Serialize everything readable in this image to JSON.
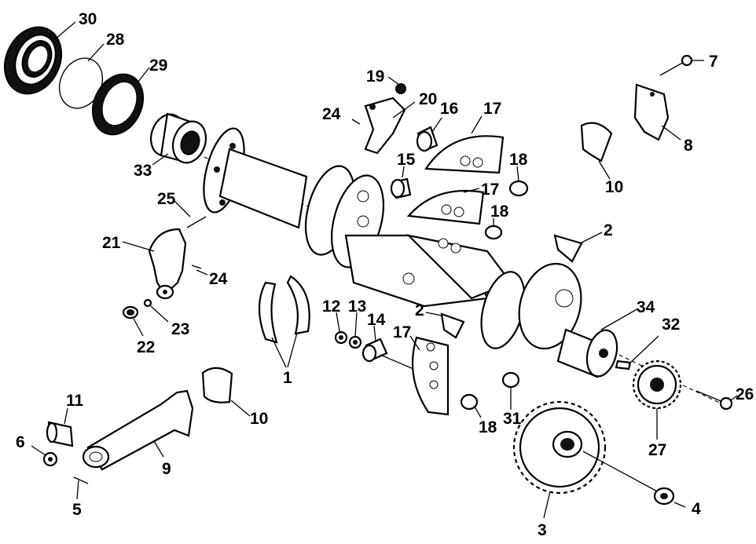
{
  "diagram": {
    "labels": {
      "p1": "1",
      "p2a": "2",
      "p2b": "2",
      "p3": "3",
      "p4": "4",
      "p5": "5",
      "p6": "6",
      "p7": "7",
      "p8": "8",
      "p9": "9",
      "p10a": "10",
      "p10b": "10",
      "p11": "11",
      "p12": "12",
      "p13": "13",
      "p14": "14",
      "p15": "15",
      "p16": "16",
      "p17a": "17",
      "p17b": "17",
      "p17c": "17",
      "p18a": "18",
      "p18b": "18",
      "p18c": "18",
      "p19": "19",
      "p20": "20",
      "p21": "21",
      "p22": "22",
      "p23": "23",
      "p24a": "24",
      "p24b": "24",
      "p25": "25",
      "p26": "26",
      "p27": "27",
      "p28": "28",
      "p29": "29",
      "p30": "30",
      "p31": "31",
      "p32": "32",
      "p33": "33",
      "p34": "34"
    }
  }
}
